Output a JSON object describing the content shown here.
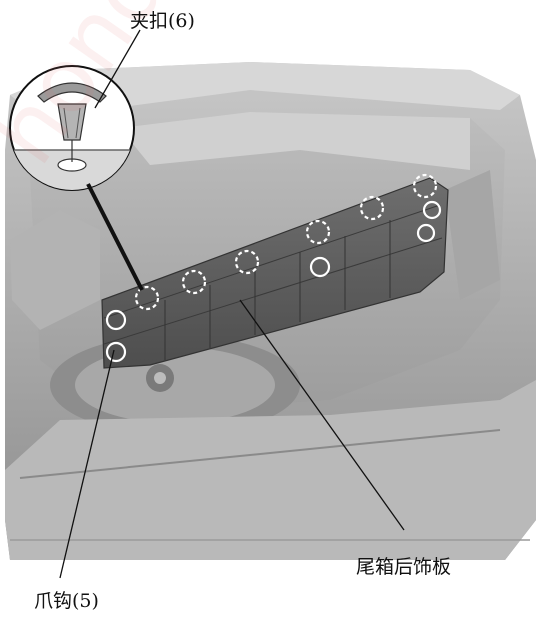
{
  "labels": {
    "clip": "夹扣(6)",
    "panel": "尾箱后饰板",
    "hook": "爪钩(5)"
  },
  "watermark": "honda",
  "colors": {
    "background": "#ffffff",
    "body_gray": "#9a9a9a",
    "panel_dark": "#5a5a5a",
    "line": "#111111",
    "clip_marker": "#ffffff"
  },
  "counts": {
    "clips": 6,
    "hooks": 5
  }
}
